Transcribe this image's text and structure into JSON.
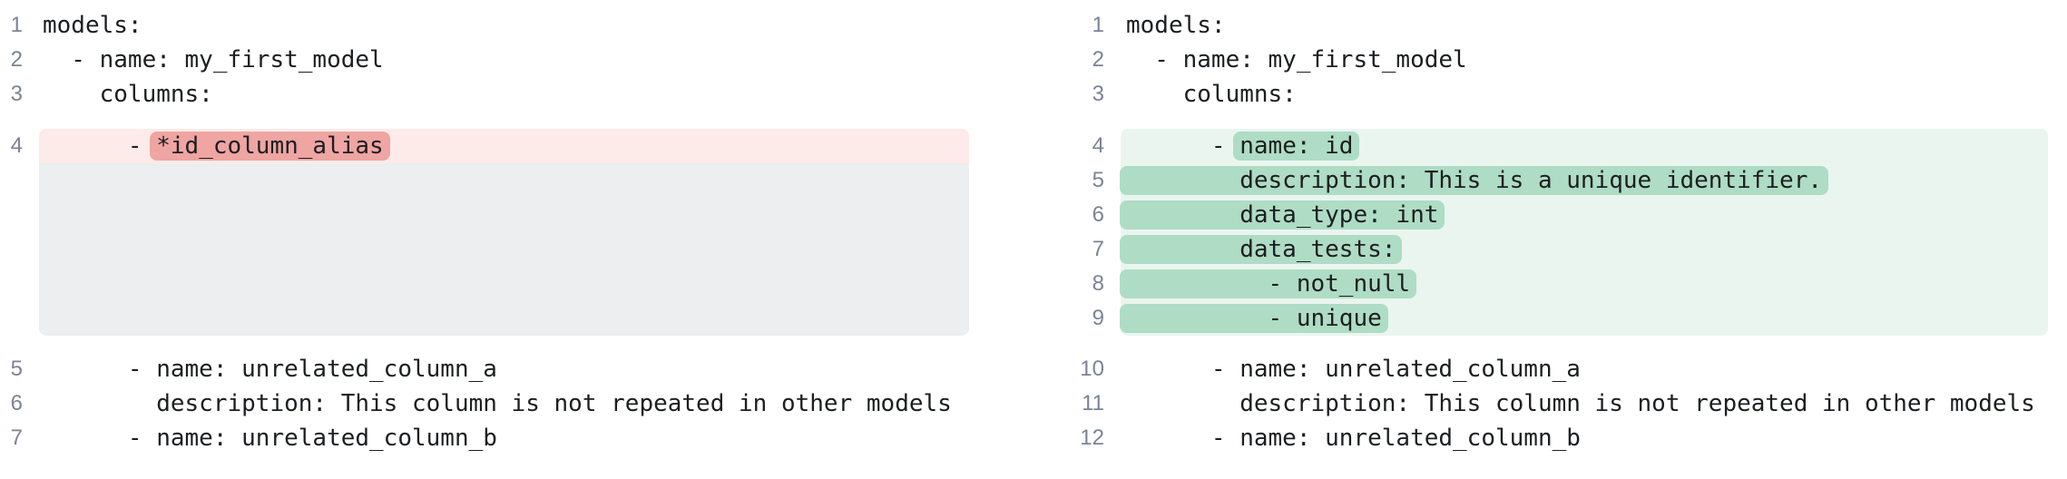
{
  "diff": {
    "left_pane": {
      "role": "before",
      "lines": [
        {
          "num": "1",
          "text": "models:"
        },
        {
          "num": "2",
          "text": "  - name: my_first_model"
        },
        {
          "num": "3",
          "text": "    columns:"
        },
        {
          "num": "4",
          "prefix": "      - ",
          "highlight": "*id_column_alias",
          "change": "removed"
        },
        {
          "num": "5",
          "text": "      - name: unrelated_column_a"
        },
        {
          "num": "6",
          "text": "        description: This column is not repeated in other models"
        },
        {
          "num": "7",
          "text": "      - name: unrelated_column_b"
        }
      ]
    },
    "right_pane": {
      "role": "after",
      "lines": [
        {
          "num": "1",
          "text": "models:"
        },
        {
          "num": "2",
          "text": "  - name: my_first_model"
        },
        {
          "num": "3",
          "text": "    columns:"
        },
        {
          "num": "4",
          "prefix": "      - ",
          "highlight": "name: id",
          "change": "added"
        },
        {
          "num": "5",
          "highlight": "        description: This is a unique identifier.",
          "change": "added"
        },
        {
          "num": "6",
          "highlight": "        data_type: int",
          "change": "added"
        },
        {
          "num": "7",
          "highlight": "        data_tests:",
          "change": "added"
        },
        {
          "num": "8",
          "highlight": "          - not_null",
          "change": "added"
        },
        {
          "num": "9",
          "highlight": "          - unique",
          "change": "added"
        },
        {
          "num": "10",
          "text": "      - name: unrelated_column_a"
        },
        {
          "num": "11",
          "text": "        description: This column is not repeated in other models"
        },
        {
          "num": "12",
          "text": "      - name: unrelated_column_b"
        }
      ]
    }
  },
  "colors": {
    "removed_line_bg": "#fcebe9",
    "removed_word_bg": "#efa5a2",
    "collapsed_spacer_bg": "#eceef0",
    "added_line_bg": "#eaf5ef",
    "added_word_bg": "#aedcc4",
    "code_text": "#1c1e21",
    "line_number_text": "#7b8494"
  }
}
